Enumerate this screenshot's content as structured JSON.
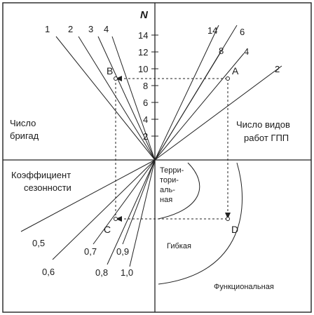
{
  "axis": {
    "name": "N",
    "ticks": [
      "14",
      "12",
      "10",
      "8",
      "6",
      "4",
      "2"
    ]
  },
  "quadrants": {
    "top_left_label_1": "Число",
    "top_left_label_2": "бригад",
    "top_right_label_1": "Число видов",
    "top_right_label_2": "работ ГПП",
    "bottom_left_label_1": "Коэффициент",
    "bottom_left_label_2": "сезонности"
  },
  "regions": {
    "territorial_1": "Терри-",
    "territorial_2": "тори-",
    "territorial_3": "аль-",
    "territorial_4": "ная",
    "flexible": "Гибкая",
    "functional": "Функциональная"
  },
  "points": {
    "A": "A",
    "B": "B",
    "C": "C",
    "D": "D"
  },
  "line_labels": {
    "top_left": [
      "1",
      "2",
      "3",
      "4"
    ],
    "top_right": [
      "14",
      "6",
      "8",
      "4",
      "2"
    ],
    "bottom_left": [
      "0,5",
      "0,6",
      "0,7",
      "0,9",
      "0,8",
      "1,0"
    ]
  }
}
